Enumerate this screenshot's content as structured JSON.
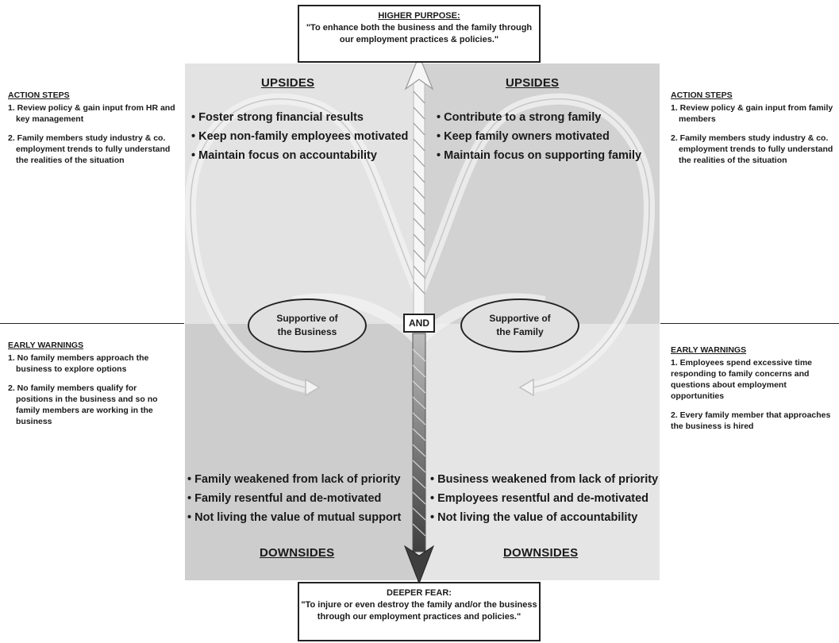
{
  "higher_purpose": {
    "heading": "HIGHER PURPOSE:",
    "line1": "\"To enhance both the business and the family through",
    "line2": "our employment practices & policies.\""
  },
  "deeper_fear": {
    "heading": "DEEPER FEAR:",
    "line1": "\"To injure or even destroy the family and/or the business",
    "line2": "through our employment practices and policies.\""
  },
  "left_pole": {
    "label": "Supportive of\nthe Business",
    "upsides_title": "UPSIDES",
    "upsides": [
      "Foster strong financial results",
      "Keep non-family employees motivated",
      "Maintain focus on accountability"
    ],
    "downsides_title": "DOWNSIDES",
    "downsides": [
      "Family weakened from lack of priority",
      "Family resentful and de-motivated",
      "Not living the value of mutual support"
    ],
    "action_steps_title": "ACTION STEPS",
    "action_steps": [
      "1. Review policy & gain input from HR and key management",
      "2. Family members study industry & co. employment trends to fully understand the realities of the situation"
    ],
    "early_warnings_title": "EARLY WARNINGS",
    "early_warnings": [
      "1. No family members approach the business to explore options",
      "2. No family members qualify for positions in the business and so no family members are working in the business"
    ]
  },
  "right_pole": {
    "label": "Supportive of\nthe Family",
    "upsides_title": "UPSIDES",
    "upsides": [
      "Contribute to a strong family",
      "Keep family owners motivated",
      "Maintain focus on supporting family"
    ],
    "downsides_title": "DOWNSIDES",
    "downsides": [
      "Business weakened from lack of priority",
      "Employees resentful and de-motivated",
      "Not living the value of accountability"
    ],
    "action_steps_title": "ACTION STEPS",
    "action_steps": [
      "1. Review policy & gain input from family members",
      "2. Family members study industry & co. employment trends to fully understand the realities of the situation"
    ],
    "early_warnings_title": "EARLY WARNINGS",
    "early_warnings": [
      "1. Employees spend excessive time responding to family concerns and questions about employment opportunities",
      "2. Every family member that approaches the business is hired"
    ]
  },
  "connector": "AND",
  "colors": {
    "quadrant_upper_left": "#e3e3e3",
    "quadrant_upper_right": "#d2d2d2",
    "quadrant_lower_left": "#cdcdcd",
    "quadrant_lower_right": "#e5e5e5",
    "arrow_dark": "#4a4a4a",
    "loop_light": "#f4f4f4"
  }
}
